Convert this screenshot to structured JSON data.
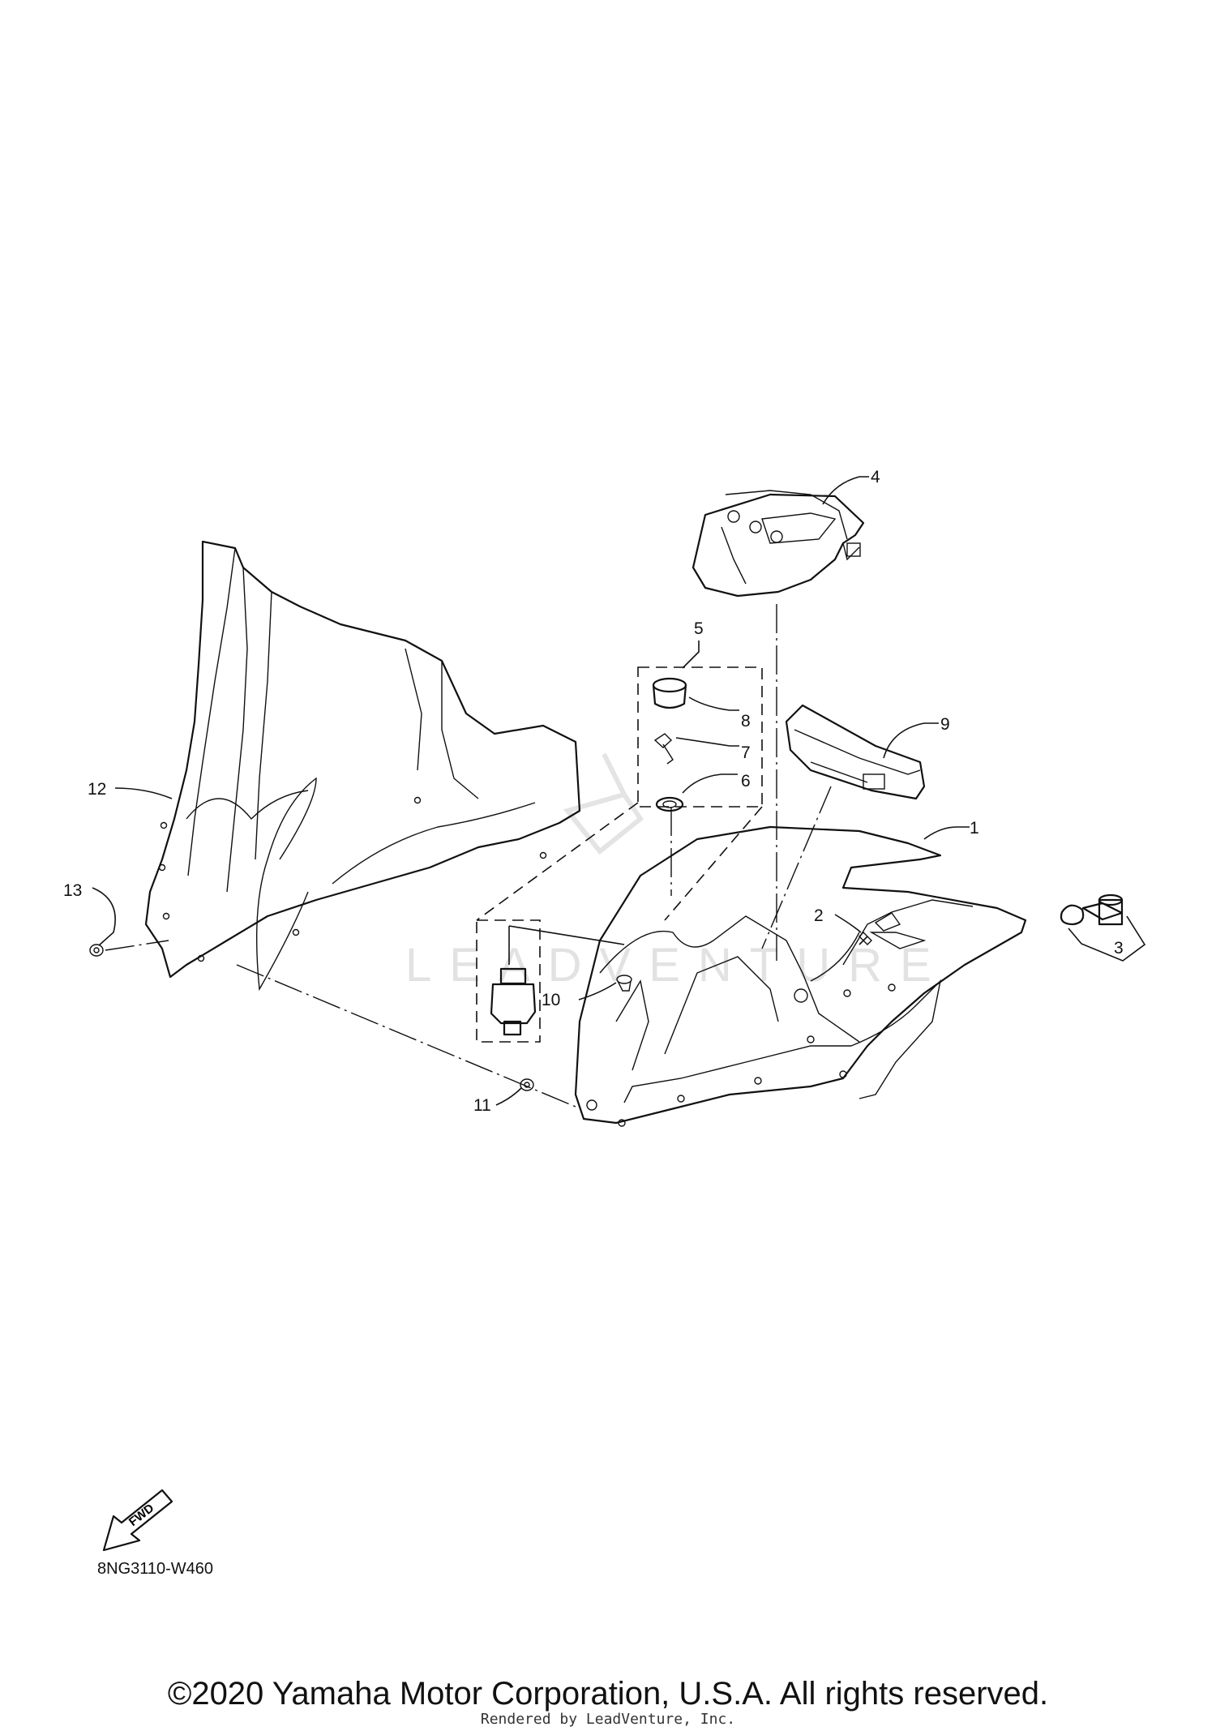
{
  "diagram": {
    "code": "8NG3110-W460",
    "fwd_label": "FWD",
    "watermark": "LEADVENTURE",
    "callouts": [
      "1",
      "2",
      "3",
      "4",
      "5",
      "6",
      "7",
      "8",
      "9",
      "10",
      "11",
      "12",
      "13"
    ]
  },
  "footer": {
    "copyright": "©2020 Yamaha Motor Corporation, U.S.A. All rights reserved.",
    "rendered_by": "Rendered by LeadVenture, Inc."
  }
}
